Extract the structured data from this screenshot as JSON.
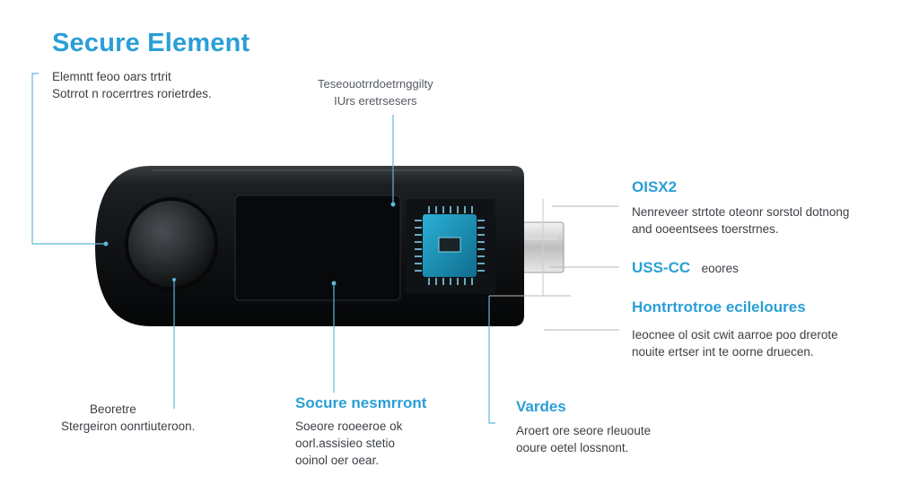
{
  "title": "Secure Element",
  "top_left": {
    "line1": "Elemntt feoo oars trtrit",
    "line2": "Sotrrot n rocerrtres rorietrdes."
  },
  "top_center": {
    "line1": "Teseouotrrdoetrnggilty",
    "line2": "IUrs eretrsesers"
  },
  "right_top": {
    "heading": "OISX2",
    "line1": "Nenreveer strtote oteonr sorstol dotnong",
    "line2": "and ooeentsees toerstrnes."
  },
  "right_usb": {
    "heading": "USS-CC",
    "suffix": "eoores"
  },
  "right_mid": {
    "heading": "Hontrtrotroe ecileloures",
    "line1": "Ieocnee ol osit cwit aarroe poo drerote",
    "line2": "nouite ertser int te oorne druecen."
  },
  "bottom_left": {
    "line1": "Beoretre",
    "line2": "Stergeiron oonrtiuteroon."
  },
  "bottom_center": {
    "heading": "Socure nesmrront",
    "line1": "Soeore rooeeroe ok",
    "line2": "oorl.assisieo stetio",
    "line3": "ooinol oer oear."
  },
  "bottom_right": {
    "heading": "Vardes",
    "line1": "Aroert ore seore rleuoute",
    "line2": "ooure oetel lossnont."
  },
  "colors": {
    "accent": "#2a9fd6",
    "device_body": "#121416",
    "chip": "#1a8fb8",
    "leader_line": "#5fb8d8"
  }
}
